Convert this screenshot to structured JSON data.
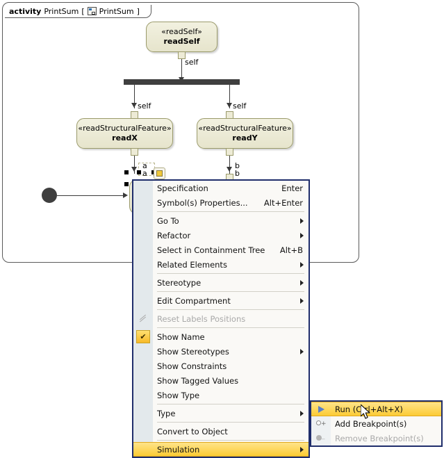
{
  "diagram": {
    "frame_label_keyword": "activity",
    "frame_label_name": "PrintSum",
    "frame_label_open_bracket": "[",
    "frame_label_diagram_name": "PrintSum",
    "frame_label_close_bracket": "]",
    "diagram_icon": "activity-diagram-icon",
    "nodes": [
      {
        "stereotype": "«readSelf»",
        "name": "readSelf"
      },
      {
        "stereotype": "«readStructuralFeature»",
        "name": "readX"
      },
      {
        "stereotype": "«readStructuralFeature»",
        "name": "readY"
      }
    ],
    "edge_labels": {
      "self_top": "self",
      "self_left": "self",
      "self_right": "self",
      "a_upper": "a",
      "a_lower": "a",
      "b_upper": "b",
      "b_lower": "b"
    },
    "colors": {
      "node_fill": "#ece9d2",
      "node_border": "#9a9a6a",
      "fork_bar": "#3f3f3f",
      "initial_node": "#3f3f3f",
      "frame_border": "#5a5a5a",
      "selection_handle": "#000000"
    }
  },
  "context_menu": {
    "items": [
      {
        "label": "Specification",
        "shortcut": "Enter",
        "submenu": false,
        "disabled": false,
        "separator_after": false
      },
      {
        "label": "Symbol(s) Properties...",
        "shortcut": "Alt+Enter",
        "submenu": false,
        "disabled": false,
        "separator_after": true
      },
      {
        "label": "Go To",
        "shortcut": "",
        "submenu": true,
        "disabled": false,
        "separator_after": false
      },
      {
        "label": "Refactor",
        "shortcut": "",
        "submenu": true,
        "disabled": false,
        "separator_after": false
      },
      {
        "label": "Select in Containment Tree",
        "shortcut": "Alt+B",
        "submenu": false,
        "disabled": false,
        "separator_after": false
      },
      {
        "label": "Related Elements",
        "shortcut": "",
        "submenu": true,
        "disabled": false,
        "separator_after": true
      },
      {
        "label": "Stereotype",
        "shortcut": "",
        "submenu": true,
        "disabled": false,
        "separator_after": true
      },
      {
        "label": "Edit Compartment",
        "shortcut": "",
        "submenu": true,
        "disabled": false,
        "separator_after": true
      },
      {
        "label": "Reset Labels Positions",
        "shortcut": "",
        "submenu": false,
        "disabled": true,
        "separator_after": true
      },
      {
        "label": "Show Name",
        "shortcut": "",
        "submenu": false,
        "disabled": false,
        "separator_after": false,
        "checked": true
      },
      {
        "label": "Show Stereotypes",
        "shortcut": "",
        "submenu": true,
        "disabled": false,
        "separator_after": false
      },
      {
        "label": "Show Constraints",
        "shortcut": "",
        "submenu": false,
        "disabled": false,
        "separator_after": false
      },
      {
        "label": "Show Tagged Values",
        "shortcut": "",
        "submenu": false,
        "disabled": false,
        "separator_after": false
      },
      {
        "label": "Show Type",
        "shortcut": "",
        "submenu": false,
        "disabled": false,
        "separator_after": true
      },
      {
        "label": "Type",
        "shortcut": "",
        "submenu": true,
        "disabled": false,
        "separator_after": true
      },
      {
        "label": "Convert to Object",
        "shortcut": "",
        "submenu": false,
        "disabled": false,
        "separator_after": true
      },
      {
        "label": "Simulation",
        "shortcut": "",
        "submenu": true,
        "disabled": false,
        "separator_after": false,
        "highlighted": true
      }
    ],
    "highlight_color": "#fccb35",
    "border_color": "#1f2d6b"
  },
  "submenu": {
    "items": [
      {
        "label": "Run (Ctrl+Alt+X)",
        "icon": "run-icon",
        "disabled": false,
        "highlighted": true
      },
      {
        "label": "Add Breakpoint(s)",
        "icon": "add-breakpoint-icon",
        "disabled": false,
        "highlighted": false
      },
      {
        "label": "Remove Breakpoint(s)",
        "icon": "remove-breakpoint-icon",
        "disabled": true,
        "highlighted": false
      }
    ]
  }
}
